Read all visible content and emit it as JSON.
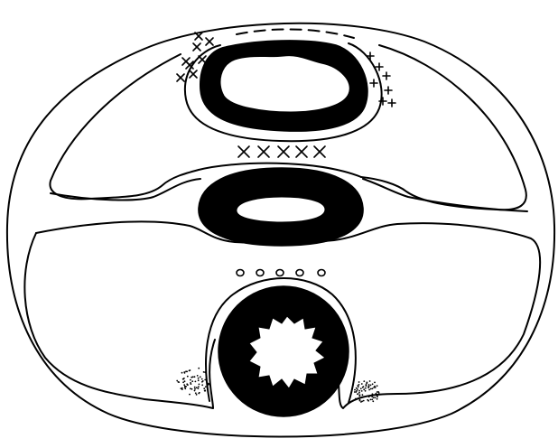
{
  "figure": {
    "background_color": "#ffffff",
    "line_color": "#000000",
    "fill_color": "#000000"
  },
  "markers": {
    "top_left_cross_count": 8,
    "top_right_plus_count": 7,
    "middle_x_count": 5,
    "lower_circle_count": 5,
    "stipple_patches": 2
  }
}
